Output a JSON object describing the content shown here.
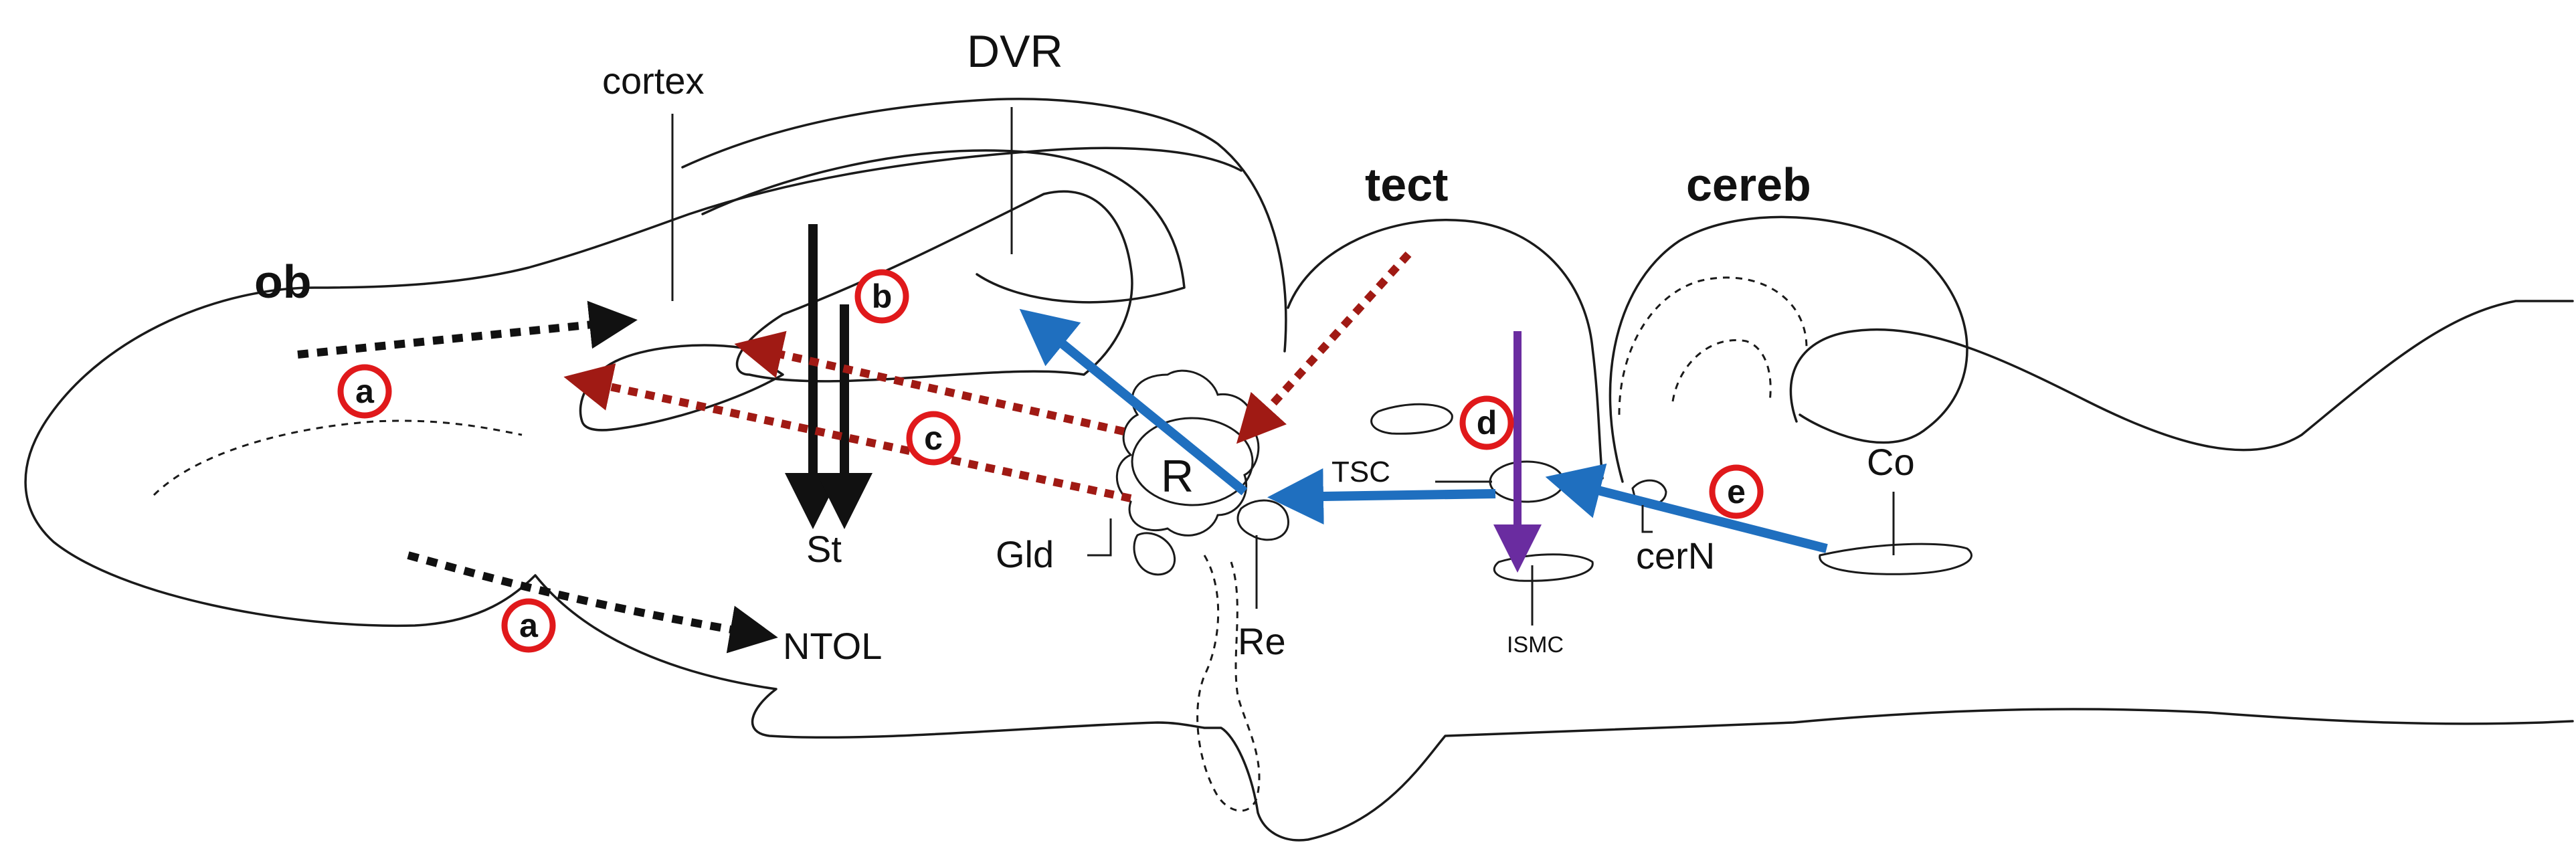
{
  "labels": {
    "cortex": "cortex",
    "dvr": "DVR",
    "tect": "tect",
    "cereb": "cereb",
    "ob": "ob",
    "st": "St",
    "gld": "Gld",
    "r": "R",
    "re": "Re",
    "tsc": "TSC",
    "ismc": "ISMC",
    "cern": "cerN",
    "co": "Co",
    "ntol": "NTOL"
  },
  "badges": {
    "a_upper": "a",
    "a_lower": "a",
    "b": "b",
    "c": "c",
    "d": "d",
    "e": "e"
  },
  "colors": {
    "outline": "#1a1a1a",
    "olfactory_arrow": "#111111",
    "striatal_arrow": "#111111",
    "thalamic_arrow": "#a01a14",
    "tectal_ascending_arrow": "#1f6fbf",
    "tectal_descending_arrow": "#6a2ca0",
    "badge_ring": "#e0191b"
  }
}
